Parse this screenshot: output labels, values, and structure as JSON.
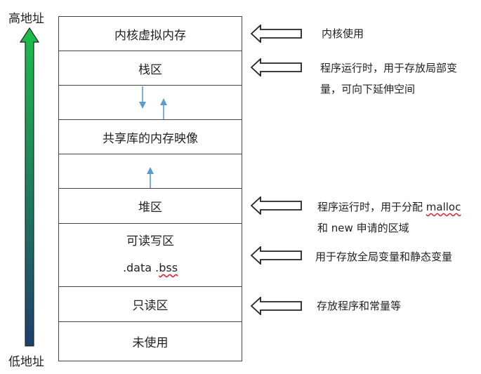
{
  "address": {
    "high_label": "高地址",
    "low_label": "低地址"
  },
  "memory_blocks": [
    {
      "id": "kernel",
      "label": "内核虚拟内存"
    },
    {
      "id": "stack",
      "label": "栈区"
    },
    {
      "id": "gap1",
      "label": ""
    },
    {
      "id": "shared-lib",
      "label": "共享库的内存映像"
    },
    {
      "id": "gap2",
      "label": ""
    },
    {
      "id": "heap",
      "label": "堆区"
    },
    {
      "id": "rw",
      "label": "可读写区",
      "sub_label": ".data .bss"
    },
    {
      "id": "ro",
      "label": "只读区"
    },
    {
      "id": "unused",
      "label": "未使用"
    }
  ],
  "notes": {
    "kernel": "内核使用",
    "stack_line1": "程序运行时，用于存放局部变",
    "stack_line2": "量，可向下延伸空间",
    "heap_line1": "程序运行时，用于分配 ",
    "heap_malloc": "malloc",
    "heap_line2_a": "和 ",
    "heap_new": "new",
    "heap_line2_b": " 申请的区域",
    "rw": "用于存放全局变量和静态变量",
    "ro": "存放程序和常量等"
  },
  "colors": {
    "gradient_top": "#1dbf4a",
    "gradient_bottom": "#1d3f6e",
    "small_arrow": "#5b9bd5"
  }
}
